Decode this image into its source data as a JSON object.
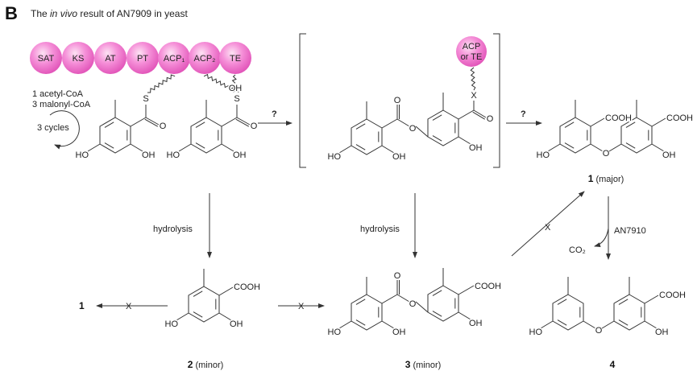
{
  "panel_label": "B",
  "title": {
    "prefix": "The ",
    "italic": "in vivo",
    "suffix": " result of AN7909 in yeast"
  },
  "domains": [
    "SAT",
    "KS",
    "AT",
    "PT",
    "ACP₁",
    "ACP₂",
    "TE"
  ],
  "domain_color": "#f06cc9",
  "acp_or_te": [
    "ACP",
    "or TE"
  ],
  "substrates": [
    "1 acetyl-CoA",
    "3 malonyl-CoA"
  ],
  "cycles": "3 cycles",
  "atoms": {
    "S": "S",
    "O": "O",
    "X": "X",
    "OH": "OH",
    "HO": "HO",
    "COOH": "COOH"
  },
  "arrows": {
    "question_1": "?",
    "question_2": "?",
    "hydrolysis_1": "hydrolysis",
    "hydrolysis_2": "hydrolysis",
    "enzyme": "AN7910",
    "co2": "CO₂",
    "blocked": "X"
  },
  "compounds": {
    "c1": {
      "number": "1",
      "note": " (major)"
    },
    "c2": {
      "number": "2",
      "note": " (minor)"
    },
    "c3": {
      "number": "3",
      "note": " (minor)"
    },
    "c4": {
      "number": "4",
      "note": ""
    },
    "target_1": "1"
  }
}
